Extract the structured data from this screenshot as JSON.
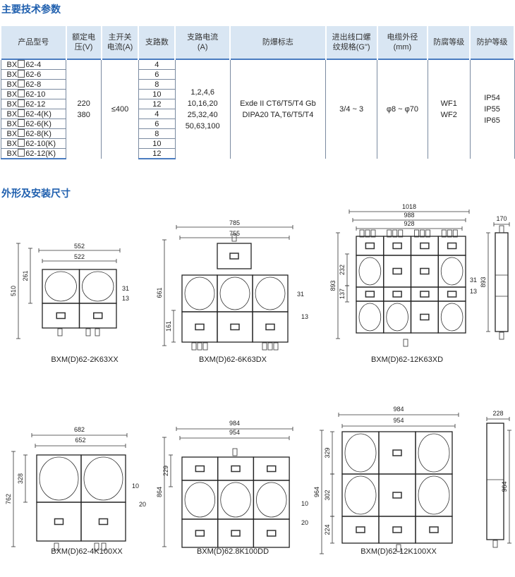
{
  "sections": {
    "tech_params": "主要技术参数",
    "dimensions": "外形及安装尺寸"
  },
  "table": {
    "headers": [
      "产品型号",
      "额定电压(V)",
      "主开关电流(A)",
      "支路数",
      "支路电流(A)",
      "防爆标志",
      "进出线口螺纹规格(G\")",
      "电缆外径(mm)",
      "防腐等级",
      "防护等级"
    ],
    "header_lines": [
      [
        "产品型号"
      ],
      [
        "额定电",
        "压(V)"
      ],
      [
        "主开关",
        "电流(A)"
      ],
      [
        "支路数"
      ],
      [
        "支路电流",
        "(A)"
      ],
      [
        "防爆标志"
      ],
      [
        "进出线口螺",
        "纹规格(G\")"
      ],
      [
        "电缆外径",
        "(mm)"
      ],
      [
        "防腐等级"
      ],
      [
        "防护等级"
      ]
    ],
    "rows": [
      {
        "prefix": "BX",
        "suffix": "62-4",
        "branches": "4"
      },
      {
        "prefix": "BX",
        "suffix": "62-6",
        "branches": "6"
      },
      {
        "prefix": "BX",
        "suffix": "62-8",
        "branches": "8"
      },
      {
        "prefix": "BX",
        "suffix": "62-10",
        "branches": "10"
      },
      {
        "prefix": "BX",
        "suffix": "62-12",
        "branches": "12"
      },
      {
        "prefix": "BX",
        "suffix": "62-4(K)",
        "branches": "4"
      },
      {
        "prefix": "BX",
        "suffix": "62-6(K)",
        "branches": "6"
      },
      {
        "prefix": "BX",
        "suffix": "62-8(K)",
        "branches": "8"
      },
      {
        "prefix": "BX",
        "suffix": "62-10(K)",
        "branches": "10"
      },
      {
        "prefix": "BX",
        "suffix": "62-12(K)",
        "branches": "12"
      }
    ],
    "voltage": [
      "220",
      "380"
    ],
    "main_current": "≤400",
    "branch_current": [
      "1,2,4,6",
      "10,16,20",
      "25,32,40",
      "50,63,100"
    ],
    "ex_marking": [
      "Exde II CT6/T5/T4  Gb",
      "DIPA20 TA,T6/T5/T4"
    ],
    "thread": "3/4 ~ 3",
    "cable_diameter": "φ8 ~ φ70",
    "anticorrosion": [
      "WF1",
      "WF2"
    ],
    "protection": [
      "IP54",
      "IP55",
      "IP65"
    ]
  },
  "drawings": [
    {
      "caption": "BXM(D)62-2K63XX",
      "dims": {
        "w1": "552",
        "w2": "522",
        "h": "510",
        "h2": "261",
        "r1": "31",
        "r2": "13"
      }
    },
    {
      "caption": "BXM(D)62-6K63DX",
      "dims": {
        "w1": "785",
        "w2": "755",
        "h": "661",
        "h2": "161",
        "r1": "31",
        "r2": "13"
      }
    },
    {
      "caption": "BXM(D)62-12K63XD",
      "dims": {
        "w1": "1018",
        "w2": "988",
        "w3": "928",
        "h": "893",
        "h2": "232",
        "h3": "137",
        "r1": "31",
        "r2": "13",
        "side_w": "170",
        "side_h": "893"
      }
    },
    {
      "caption": "BXM(D)62-4K100XX",
      "dims": {
        "w1": "682",
        "w2": "652",
        "h": "762",
        "h2": "328",
        "r1": "10",
        "r2": "20"
      }
    },
    {
      "caption": "BXM(D)62.8K100DD",
      "dims": {
        "w1": "984",
        "w2": "954",
        "h": "864",
        "h2": "229",
        "r1": "10",
        "r2": "20"
      }
    },
    {
      "caption": "BXM(D)62-12K100XX",
      "dims": {
        "w1": "984",
        "w2": "954",
        "h": "964",
        "h2": "329",
        "h3": "302",
        "h4": "224",
        "side_w": "228",
        "side_h": "964"
      }
    }
  ],
  "colors": {
    "title": "#1f5fae",
    "header_bg": "#d9e6f3",
    "rule": "#4a7cc0"
  }
}
